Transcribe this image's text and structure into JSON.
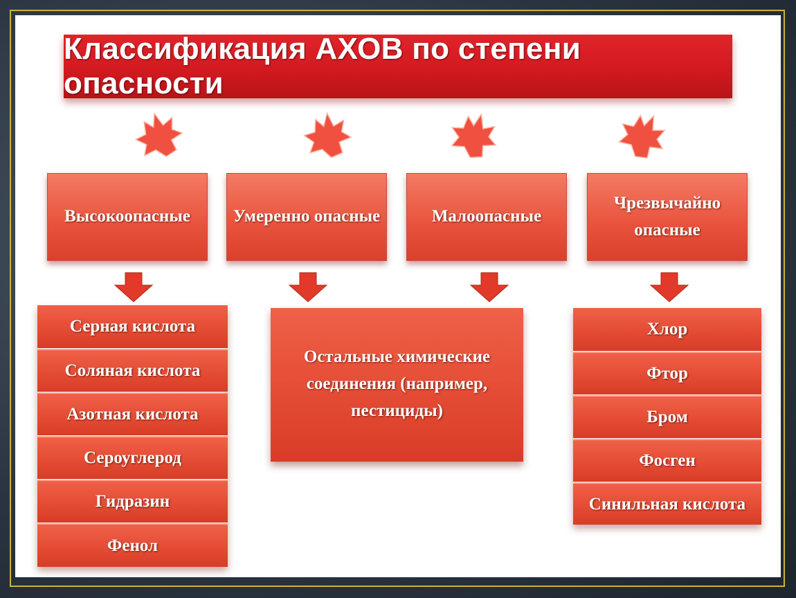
{
  "title": "Классификация АХОВ по степени опасности",
  "categories": [
    {
      "label": "Высокоопасные"
    },
    {
      "label": "Умеренно опасные"
    },
    {
      "label": "Малоопасные"
    },
    {
      "label": "Чрезвычайно опасные"
    }
  ],
  "high_examples": [
    "Серная кислота",
    "Соляная кислота",
    "Азотная кислота",
    "Сероуглерод",
    "Гидразин",
    "Фенол"
  ],
  "middle_examples": "Остальные химические соединения (например, пестициды)",
  "extreme_examples": [
    "Хлор",
    "Фтор",
    "Бром",
    "Фосген",
    "Синильная кислота"
  ],
  "colors": {
    "title_red": "#d21a20",
    "box_red": "#e34a33",
    "arrow_red": "#e23a2a",
    "frame_gold": "#c9b436",
    "background": "#2a3440"
  },
  "icons": [
    "maple-leaf-arrow-icon",
    "down-arrow-icon"
  ]
}
